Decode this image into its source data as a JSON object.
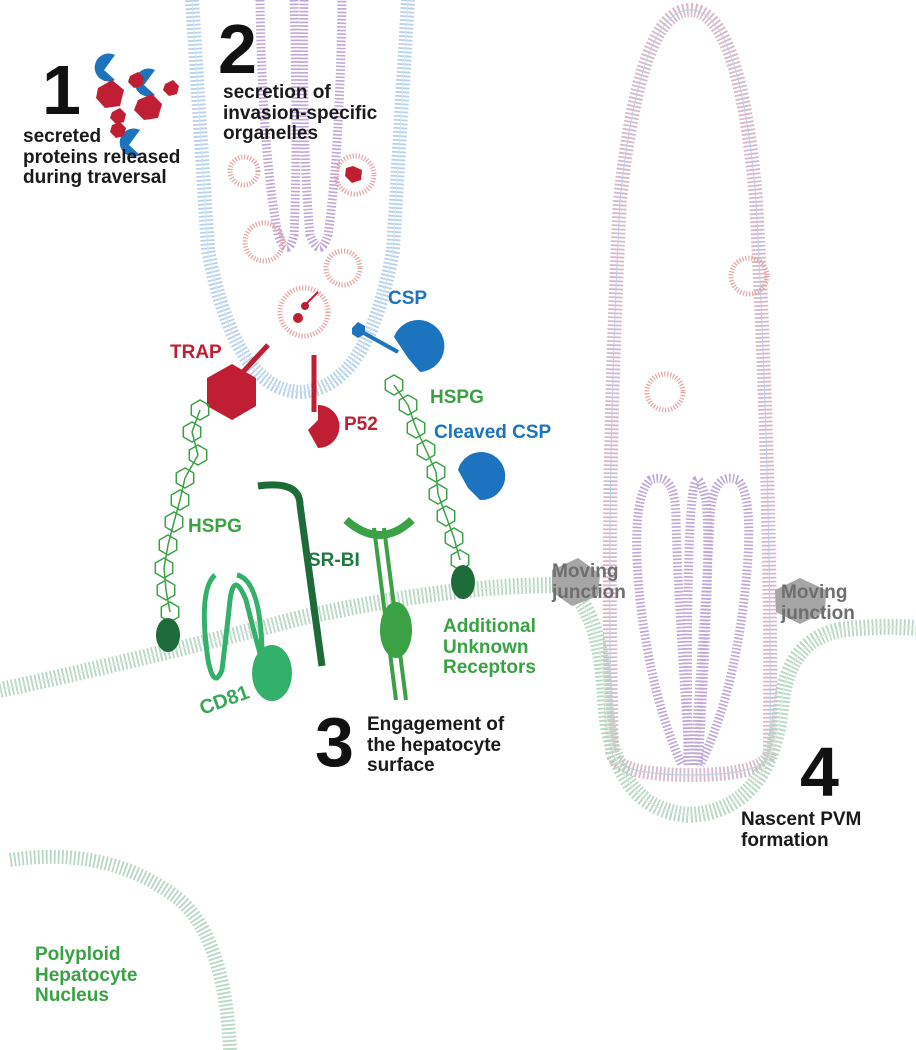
{
  "steps": {
    "one": {
      "number": "1",
      "caption": [
        "secreted",
        "proteins released",
        "during traversal"
      ]
    },
    "two": {
      "number": "2",
      "caption": [
        "secretion of",
        "invasion-specific",
        "organelles"
      ]
    },
    "three": {
      "number": "3",
      "caption": [
        "Engagement of",
        "the hepatocyte",
        "surface"
      ]
    },
    "four": {
      "number": "4",
      "caption": [
        "Nascent PVM",
        "formation"
      ]
    }
  },
  "labels": {
    "csp": "CSP",
    "trap": "TRAP",
    "p52": "P52",
    "hspg_right": "HSPG",
    "cleaved_csp": "Cleaved CSP",
    "hspg_left": "HSPG",
    "sr_bi": "SR-BI",
    "cd81": "CD81",
    "additional": [
      "Additional",
      "Unknown",
      "Receptors"
    ],
    "moving_junction_left": [
      "Moving",
      "junction"
    ],
    "moving_junction_right": [
      "Moving",
      "junction"
    ],
    "nucleus": [
      "Polyploid",
      "Hepatocyte",
      "Nucleus"
    ]
  },
  "colors": {
    "red": "#c01e32",
    "blue": "#1b74bd",
    "green": "#3aa244",
    "dark_green": "#1e7a3e",
    "teal": "#33b06a",
    "membrane_parasite": "#a9c8e8",
    "membrane_host": "#b9d8c4",
    "rhoptry": "#bfa7d6",
    "vesicle": "#e8a2a2",
    "junction_gray": "#a6a6a6"
  }
}
